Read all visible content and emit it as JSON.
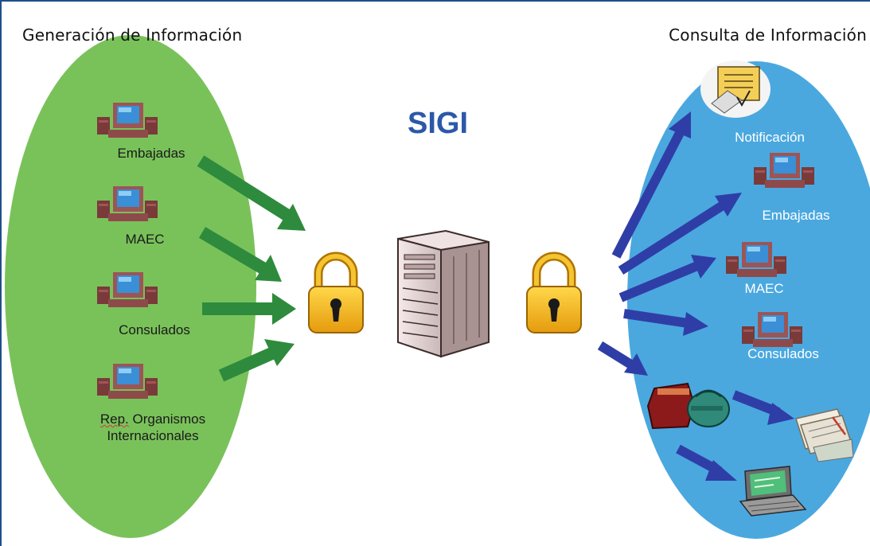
{
  "headings": {
    "left": "Generación de Información",
    "right": "Consulta de Información",
    "center": "SIGI"
  },
  "generation_nodes": [
    {
      "label": "Embajadas"
    },
    {
      "label": "MAEC"
    },
    {
      "label": "Consulados"
    },
    {
      "label_prefix": "Rep.",
      "label_suffix": " Organismos",
      "label_line2": "Internacionales"
    }
  ],
  "consultation_nodes": [
    {
      "label": "Notificación"
    },
    {
      "label": "Embajadas"
    },
    {
      "label": "MAEC"
    },
    {
      "label": "Consulados"
    }
  ],
  "colors": {
    "left_ellipse": "#79c25a",
    "right_ellipse": "#4aa8df",
    "green_arrow": "#2e8b3d",
    "blue_arrow": "#2f3ea6",
    "title": "#2c58a8",
    "lock_body": "#f2b51c",
    "border": "#1f4f8a"
  },
  "icons": [
    "computer-terminal-icon",
    "server-tower-icon",
    "padlock-icon",
    "notification-document-icon",
    "travel-luggage-icon",
    "document-papers-icon",
    "laptop-icon"
  ]
}
